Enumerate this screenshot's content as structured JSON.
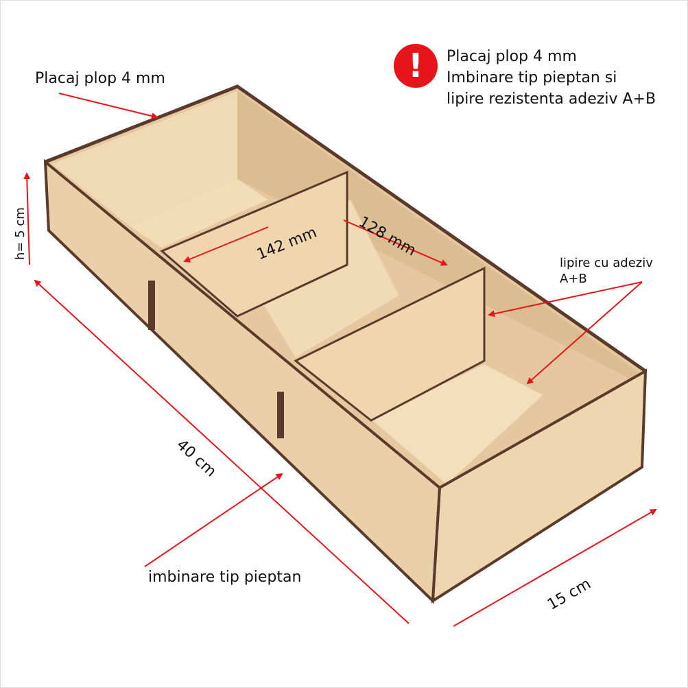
{
  "annotations": {
    "material_label": "Placaj plop 4 mm",
    "height_label": "h= 5 cm",
    "length_label": "40 cm",
    "width_label": "15 cm",
    "compartment_length": "142 mm",
    "compartment_width": "128 mm",
    "glue_label_line1": "lipire cu adeziv",
    "glue_label_line2": "A+B",
    "joint_label": "imbinare tip pieptan"
  },
  "note": {
    "icon": "exclamation-icon",
    "lines": [
      "Placaj plop 4 mm",
      "Imbinare tip pieptan si",
      "lipire rezistenta adeziv A+B"
    ]
  },
  "colors": {
    "arrow": "#e8141b",
    "wood": "#ecd3ad",
    "edge": "#5a3a2a"
  }
}
